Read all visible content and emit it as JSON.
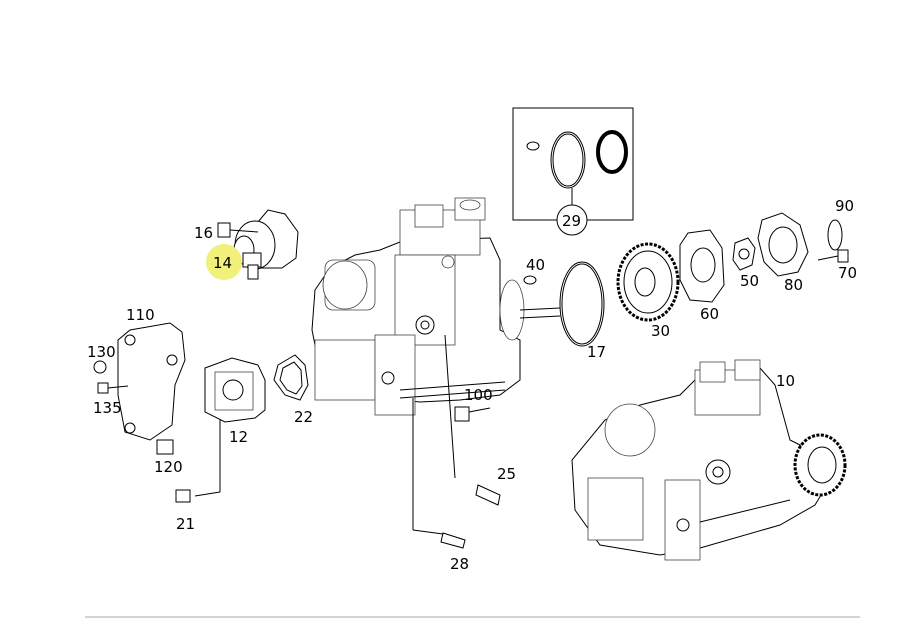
{
  "highlight_color": "#f0f07a",
  "highlighted_part": "14",
  "callouts": [
    "16",
    "14",
    "110",
    "130",
    "135",
    "120",
    "21",
    "12",
    "22",
    "100",
    "25",
    "28",
    "40",
    "17",
    "29",
    "30",
    "60",
    "50",
    "80",
    "90",
    "70",
    "10"
  ]
}
